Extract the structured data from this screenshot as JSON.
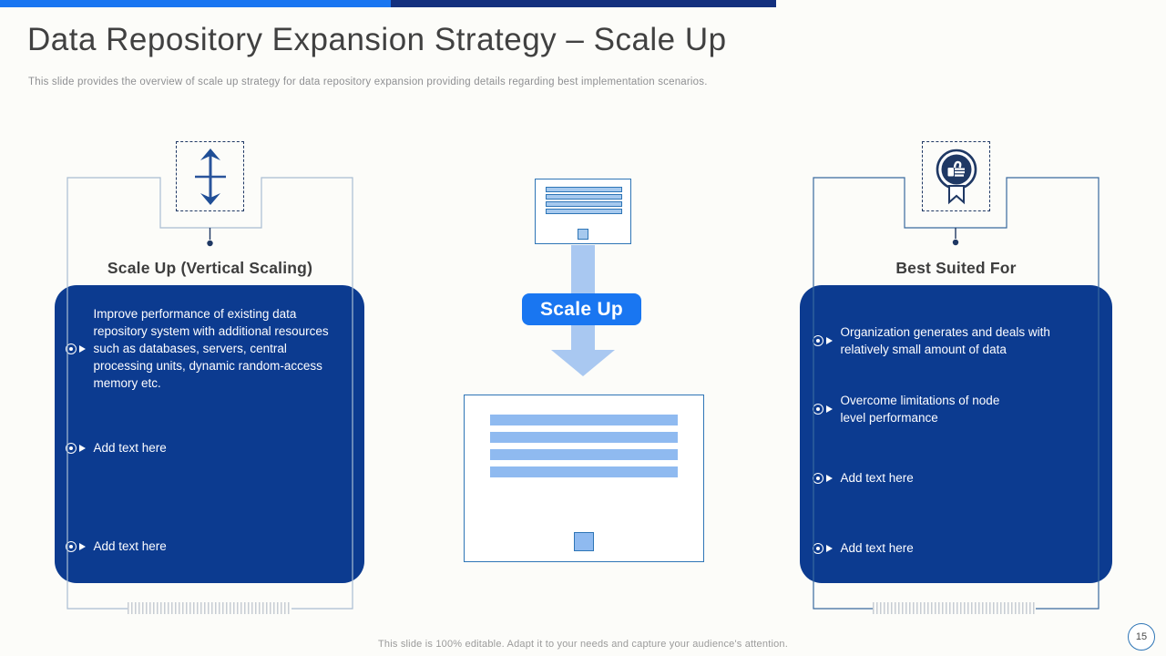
{
  "slide": {
    "title": "Data Repository Expansion Strategy – Scale Up",
    "subtitle": "This slide provides the overview of scale up strategy for data repository expansion providing details regarding best implementation scenarios.",
    "footer": "This slide is 100% editable. Adapt it to your needs and capture your audience's attention.",
    "page_number": "15"
  },
  "left_panel": {
    "heading": "Scale Up (Vertical Scaling)",
    "icon": "vertical-resize-arrow",
    "items": [
      "Improve performance of existing data repository system with additional resources such as databases, servers, central processing units, dynamic random-access memory etc.",
      "Add text here",
      "Add text here"
    ]
  },
  "center_diagram": {
    "button_label": "Scale Up",
    "top_icon": "small-server",
    "bottom_icon": "large-server"
  },
  "right_panel": {
    "heading": "Best Suited For",
    "icon": "thumbs-up-award-badge",
    "items": [
      "Organization generates and deals with relatively small amount of data",
      "Overcome limitations of node level performance",
      "Add text here",
      "Add text here"
    ]
  },
  "colors": {
    "accent_blue": "#1976F1",
    "bar_navy": "#13307E",
    "panel_navy": "#0C3B90",
    "arrow_light_blue": "#A9C8F1",
    "outline_blue": "#2E75B6",
    "icon_navy": "#1F3864",
    "frame_left": "#A9BDD2",
    "frame_right": "#38699F"
  }
}
